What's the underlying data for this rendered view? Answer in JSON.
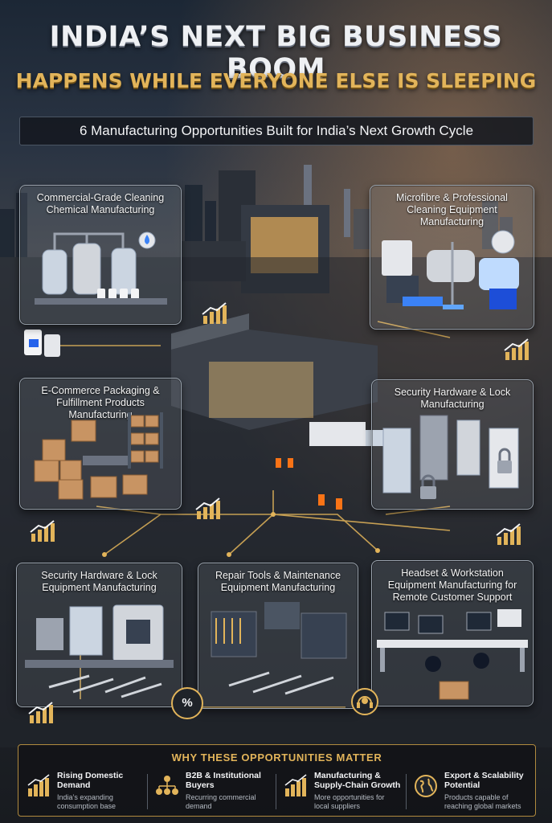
{
  "header": {
    "title_line1": "INDIA’S NEXT BIG BUSINESS BOOM",
    "title_line2": "HAPPENS WHILE EVERYONE ELSE IS SLEEPING",
    "subtitle": "6 Manufacturing Opportunities Built for India’s Next Growth Cycle"
  },
  "cards": [
    {
      "label": "Commercial-Grade Cleaning Chemical Manufacturing",
      "icon": "chemical-tanks-icon"
    },
    {
      "label": "Microfibre & Professional Cleaning Equipment Manufacturing",
      "icon": "cleaning-equipment-icon"
    },
    {
      "label": "E-Commerce Packaging & Fulfillment Products Manufacturing",
      "icon": "boxes-icon"
    },
    {
      "label": "Security Hardware & Lock Manufacturing",
      "icon": "lock-icon"
    },
    {
      "label": "Security Hardware & Lock Equipment Manufacturing",
      "icon": "cnc-machine-icon"
    },
    {
      "label": "Repair Tools & Maintenance Equipment Manufacturing",
      "icon": "toolbox-icon"
    },
    {
      "label": "Headset & Workstation Equipment Manufacturing for Remote Customer Support",
      "icon": "workstation-icon"
    }
  ],
  "center_icons": {
    "percent": "%",
    "percent_icon": "percent-badge-icon",
    "headset_icon": "headset-icon"
  },
  "why": {
    "title": "WHY THESE OPPORTUNITIES MATTER",
    "items": [
      {
        "heading": "Rising Domestic Demand",
        "desc": "India’s expanding consumption base",
        "icon": "bar-growth-icon"
      },
      {
        "heading": "B2B & Institutional Buyers",
        "desc": "Recurring commercial demand",
        "icon": "network-people-icon"
      },
      {
        "heading": "Manufacturing & Supply-Chain Growth",
        "desc": "More opportunities for local suppliers",
        "icon": "bar-growth-icon"
      },
      {
        "heading": "Export & Scalability Potential",
        "desc": "Products capable of reaching global markets",
        "icon": "globe-icon"
      }
    ]
  },
  "colors": {
    "gold": "#e2b45a",
    "steel": "#9aa3ad",
    "bg": "#2d3138"
  }
}
